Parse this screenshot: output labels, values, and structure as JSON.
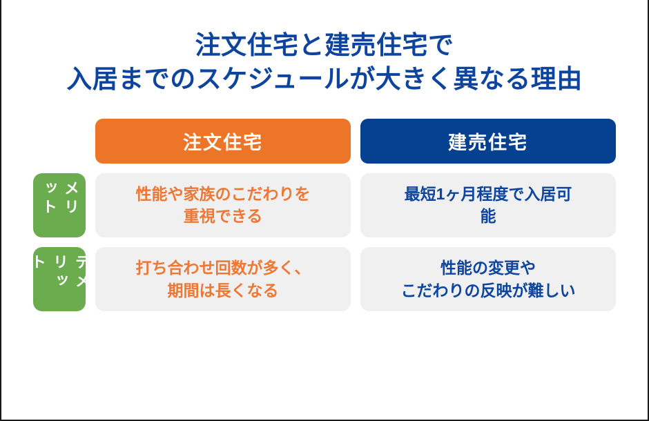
{
  "title": {
    "line1": "注文住宅と建売住宅で",
    "line2": "入居までのスケジュールが大きく異なる理由",
    "color": "#0d459e"
  },
  "columns": [
    {
      "label": "注文住宅",
      "color": "#ed7527",
      "text_color": "#ee7733"
    },
    {
      "label": "建売住宅",
      "color": "#064091",
      "text_color": "#0d459e"
    }
  ],
  "row_label_color": "#6bad4e",
  "cell_background": "#f0f0f0",
  "rows": [
    {
      "label": "メリット",
      "cells": [
        {
          "line1": "性能や家族のこだわりを",
          "line2": "重視できる"
        },
        {
          "line1": "最短1ヶ月程度で入居可",
          "line2": "能"
        }
      ]
    },
    {
      "label": "デメリット",
      "cells": [
        {
          "line1": "打ち合わせ回数が多く、",
          "line2": "期間は長くなる"
        },
        {
          "line1": "性能の変更や",
          "line2": "こだわりの反映が難しい"
        }
      ]
    }
  ]
}
